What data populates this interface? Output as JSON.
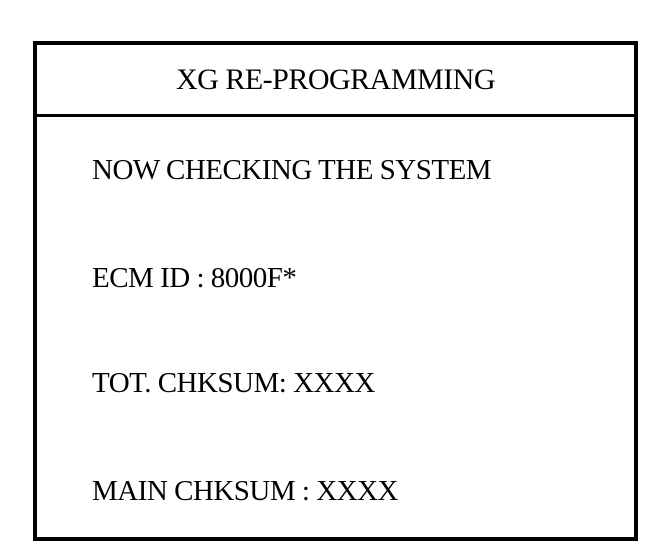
{
  "screen": {
    "title": "XG RE-PROGRAMMING",
    "lines": [
      "NOW CHECKING THE SYSTEM",
      "ECM ID : 8000F*",
      "TOT. CHKSUM: XXXX",
      "MAIN CHKSUM : XXXX"
    ]
  }
}
